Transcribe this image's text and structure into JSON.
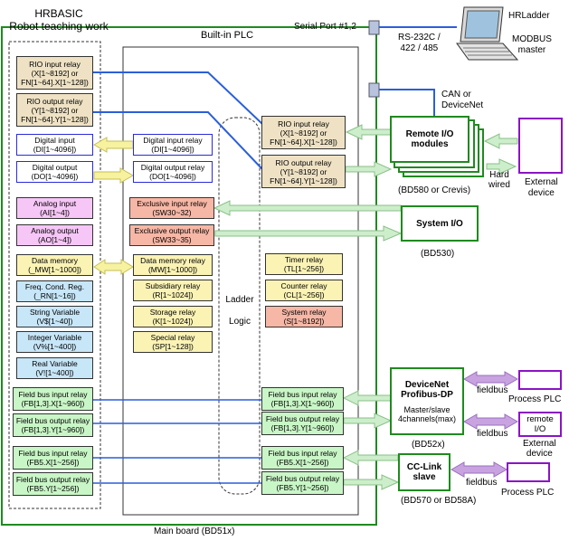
{
  "hrbasic": {
    "title1": "HRBASIC",
    "title2": "Robot teaching work"
  },
  "plc_title": "Built-in PLC",
  "main_board": "Main board (BD51x)",
  "serial_port": "Serial Port #1,2",
  "rs232": {
    "line1": "RS-232C /",
    "line2": "422 / 485"
  },
  "hrladder": "HRLadder",
  "modbus": {
    "line1": "MODBUS",
    "line2": "master"
  },
  "can": {
    "line1": "CAN or",
    "line2": "DeviceNet"
  },
  "ladder": {
    "line1": "Ladder",
    "line2": "Logic"
  },
  "left_boxes": [
    {
      "l1": "RIO input relay",
      "l2": "(X[1~8192] or",
      "l3": "FN[1~64].X[1~128])"
    },
    {
      "l1": "RIO output relay",
      "l2": "(Y[1~8192] or",
      "l3": "FN[1~64].Y[1~128])"
    },
    {
      "l1": "Digital input",
      "l2": "(DI[1~4096])"
    },
    {
      "l1": "Digital output",
      "l2": "(DO[1~4096])"
    },
    {
      "l1": "Analog input",
      "l2": "(AI[1~4])"
    },
    {
      "l1": "Analog output",
      "l2": "(AO[1~4])"
    },
    {
      "l1": "Data memory",
      "l2": "(_MW[1~1000])"
    },
    {
      "l1": "Freq. Cond. Reg.",
      "l2": "(_RN[1~16])"
    },
    {
      "l1": "String Variable",
      "l2": "(V$[1~40])"
    },
    {
      "l1": "Integer Variable",
      "l2": "(V%[1~400])"
    },
    {
      "l1": "Real Variable",
      "l2": "(V![1~400])"
    },
    {
      "l1": "Field bus input relay",
      "l2": "(FB[1,3].X[1~960])"
    },
    {
      "l1": "Field bus output relay",
      "l2": "(FB[1,3].Y[1~960])"
    },
    {
      "l1": "Field bus input relay",
      "l2": "(FB5.X[1~256])"
    },
    {
      "l1": "Field bus output relay",
      "l2": "(FB5.Y[1~256])"
    }
  ],
  "mid_boxes": [
    {
      "l1": "Digital input relay",
      "l2": "(DI[1~4096])"
    },
    {
      "l1": "Digital output relay",
      "l2": "(DO[1~4096])"
    },
    {
      "l1": "Exclusive input relay",
      "l2": "(SW30~32)"
    },
    {
      "l1": "Exclusive output relay",
      "l2": "(SW33~35)"
    },
    {
      "l1": "Data memory relay",
      "l2": "(MW[1~1000])"
    },
    {
      "l1": "Subsidiary relay",
      "l2": "(R[1~1024])"
    },
    {
      "l1": "Storage relay",
      "l2": "(K[1~1024])"
    },
    {
      "l1": "Special relay",
      "l2": "(SP[1~128])"
    }
  ],
  "ladder_boxes": [
    {
      "l1": "Timer relay",
      "l2": "(TL[1~256])"
    },
    {
      "l1": "Counter relay",
      "l2": "(CL[1~256])"
    },
    {
      "l1": "System relay",
      "l2": "(S[1~8192])"
    }
  ],
  "right_boxes": [
    {
      "l1": "RIO input relay",
      "l2": "(X[1~8192] or",
      "l3": "FN[1~64].X[1~128])"
    },
    {
      "l1": "RIO output relay",
      "l2": "(Y[1~8192] or",
      "l3": "FN[1~64].Y[1~128])"
    },
    {
      "l1": "Field bus input relay",
      "l2": "(FB[1,3].X[1~960])"
    },
    {
      "l1": "Field bus output relay",
      "l2": "(FB[1,3].Y[1~960])"
    },
    {
      "l1": "Field bus input relay",
      "l2": "(FB5.X[1~256])"
    },
    {
      "l1": "Field bus output relay",
      "l2": "(FB5.Y[1~256])"
    }
  ],
  "remote_io": {
    "l1": "Remote I/O",
    "l2": "modules"
  },
  "bd580": "(BD580 or Crevis)",
  "hard_wired": {
    "l1": "Hard",
    "l2": "wired"
  },
  "external_device": {
    "l1": "External",
    "l2": "device"
  },
  "system_io": "System I/O",
  "bd530": "(BD530)",
  "devicenet": {
    "l1": "DeviceNet",
    "l2": "Profibus-DP",
    "l3": "Master/slave",
    "l4": "4channels(max)"
  },
  "bd52x": "(BD52x)",
  "fieldbus": "fieldbus",
  "process_plc": "Process PLC",
  "remote_io_ext": {
    "l1": "remote",
    "l2": "I/O"
  },
  "external_device2": {
    "l1": "External",
    "l2": "device"
  },
  "cclink": {
    "l1": "CC-Link",
    "l2": "slave"
  },
  "bd570": "(BD570 or BD58A)",
  "colors": {
    "board": "#1f8a1f",
    "link": "#2b5fd9",
    "arrow_green": "#cdeecb",
    "arrow_yellow": "#f7f2a0",
    "arrow_purple": "#c8a3e0"
  }
}
